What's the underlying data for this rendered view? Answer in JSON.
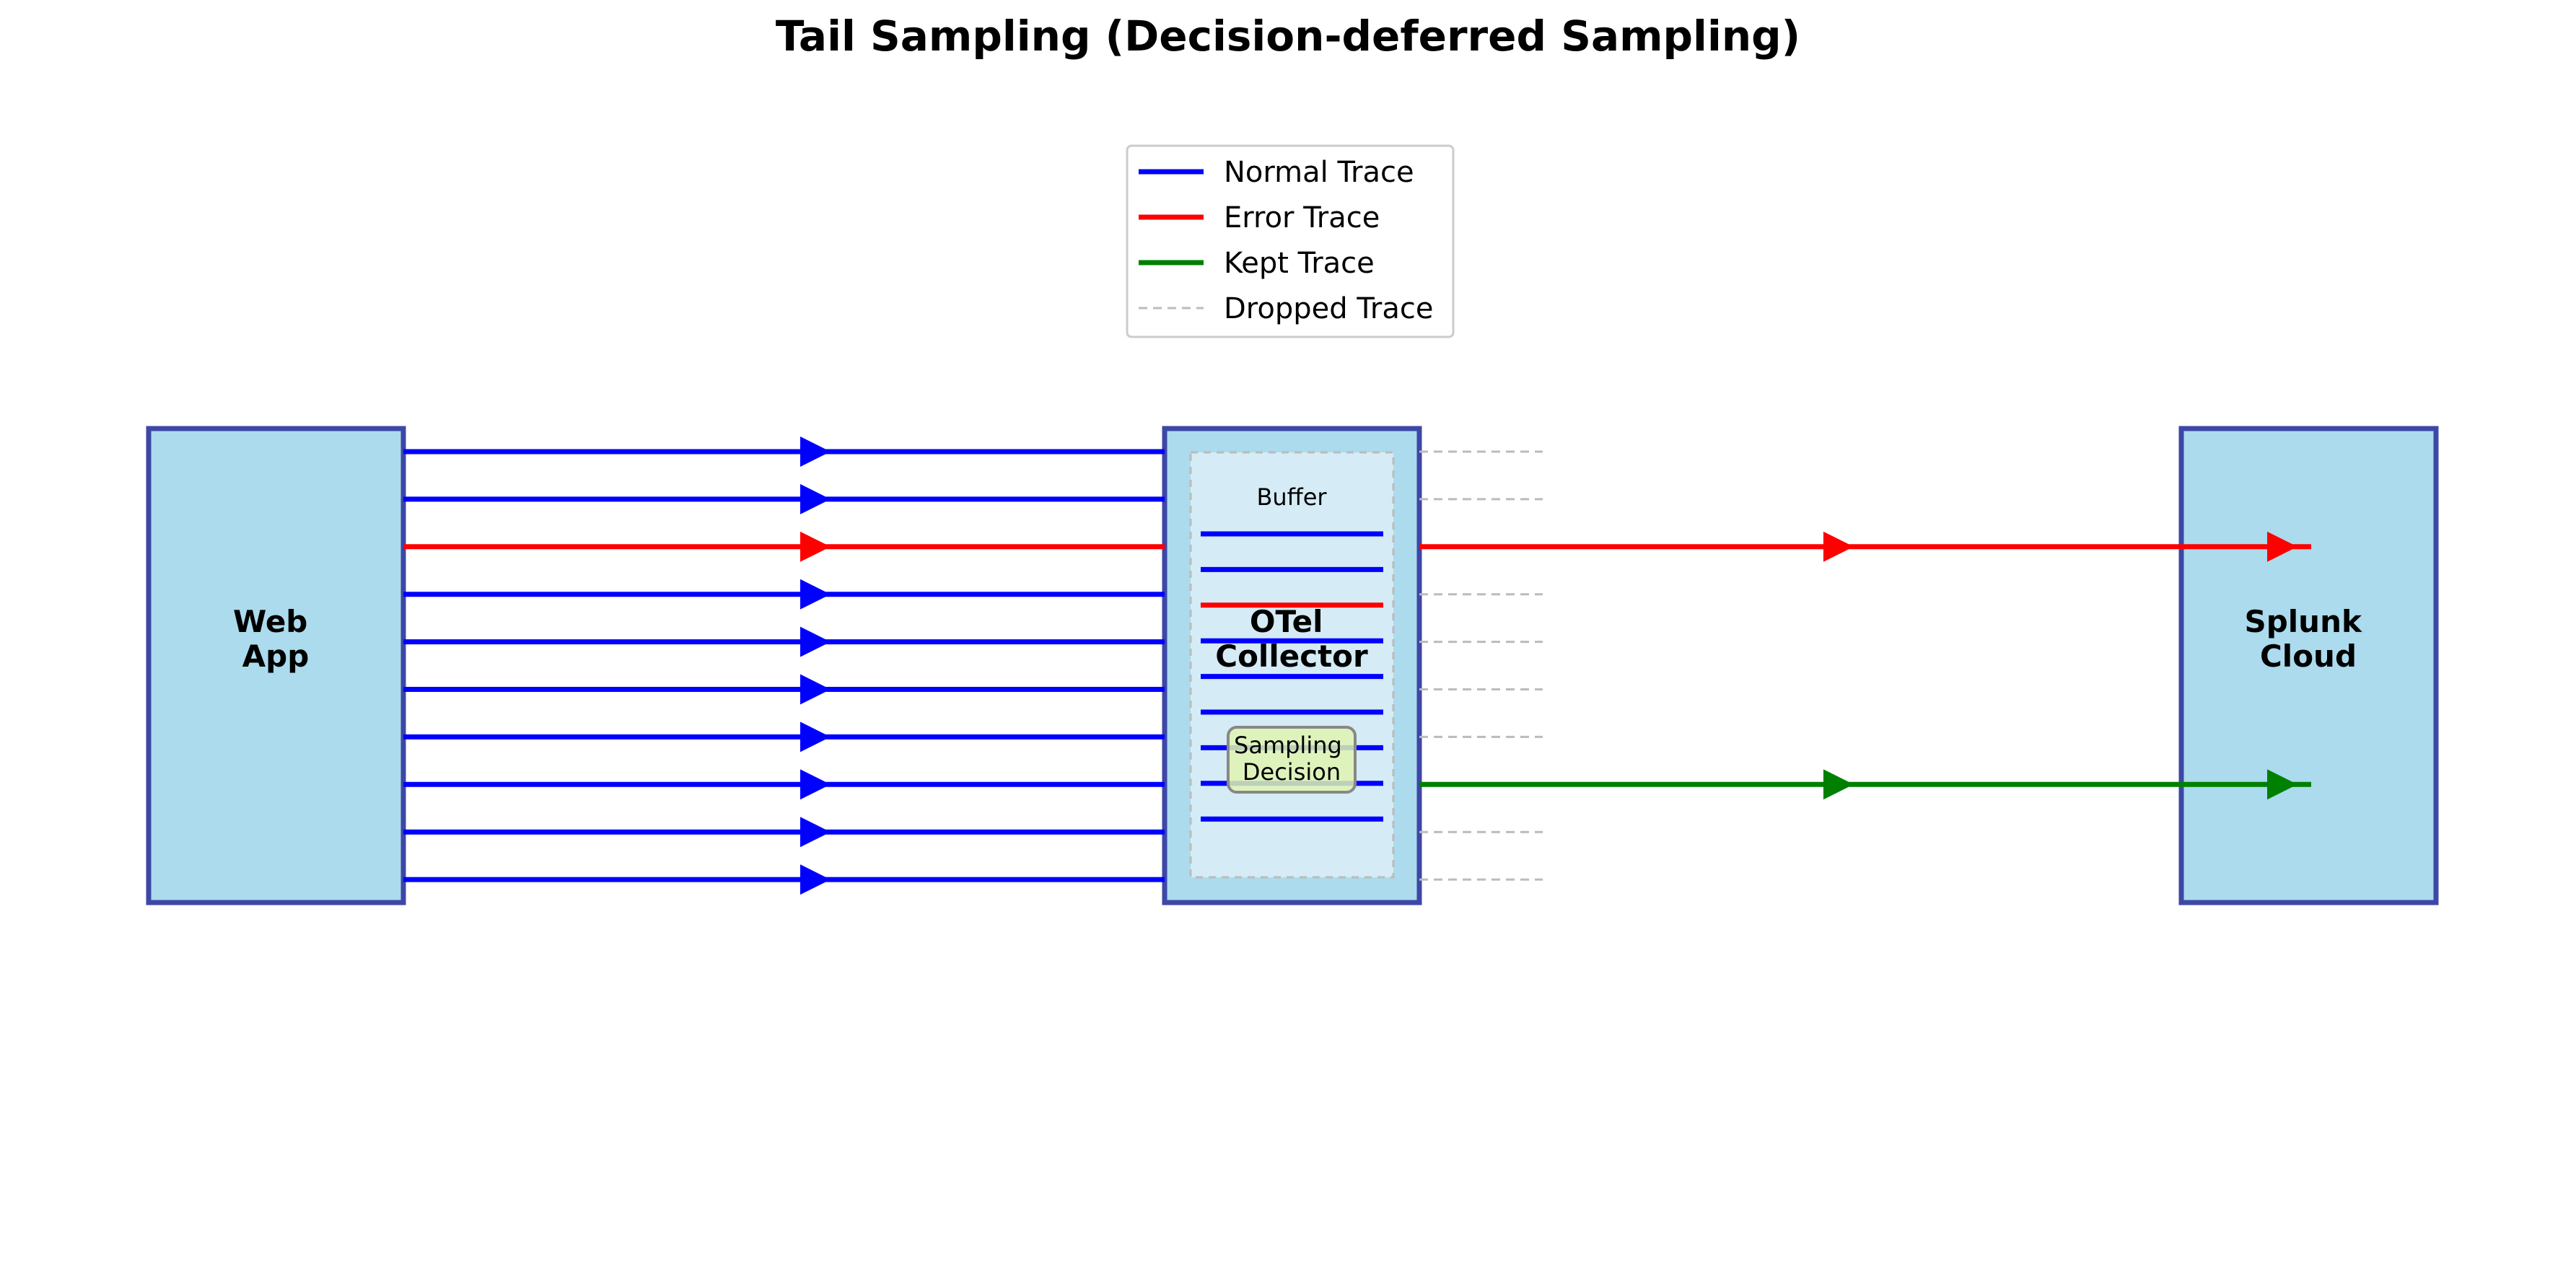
{
  "title": "Tail Sampling (Decision-deferred Sampling)",
  "legend": {
    "normal": "Normal Trace",
    "error": "Error Trace",
    "kept": "Kept Trace",
    "dropped": "Dropped Trace"
  },
  "colors": {
    "normal": "#0000ff",
    "error": "#ff0000",
    "kept": "#008000",
    "dropped": "#bbbbbb",
    "box_fill": "#abdbed",
    "box_border": "#3d47a6",
    "buffer_fill": "#d5ebf5",
    "decision_fill": "#dff5b0"
  },
  "nodes": {
    "web_app": [
      "Web",
      "App"
    ],
    "collector": [
      "OTel",
      "Collector"
    ],
    "splunk": [
      "Splunk",
      "Cloud"
    ]
  },
  "buffer_label": "Buffer",
  "decision_label": [
    "Sampling",
    "Decision"
  ],
  "incoming_traces": [
    "normal",
    "normal",
    "error",
    "normal",
    "normal",
    "normal",
    "normal",
    "normal",
    "normal",
    "normal"
  ],
  "buffer_traces": [
    "normal",
    "normal",
    "error",
    "normal",
    "normal",
    "normal",
    "normal",
    "normal",
    "normal"
  ],
  "outgoing_traces": [
    "dropped",
    "dropped",
    "error",
    "dropped",
    "dropped",
    "dropped",
    "dropped",
    "kept",
    "dropped",
    "dropped"
  ]
}
